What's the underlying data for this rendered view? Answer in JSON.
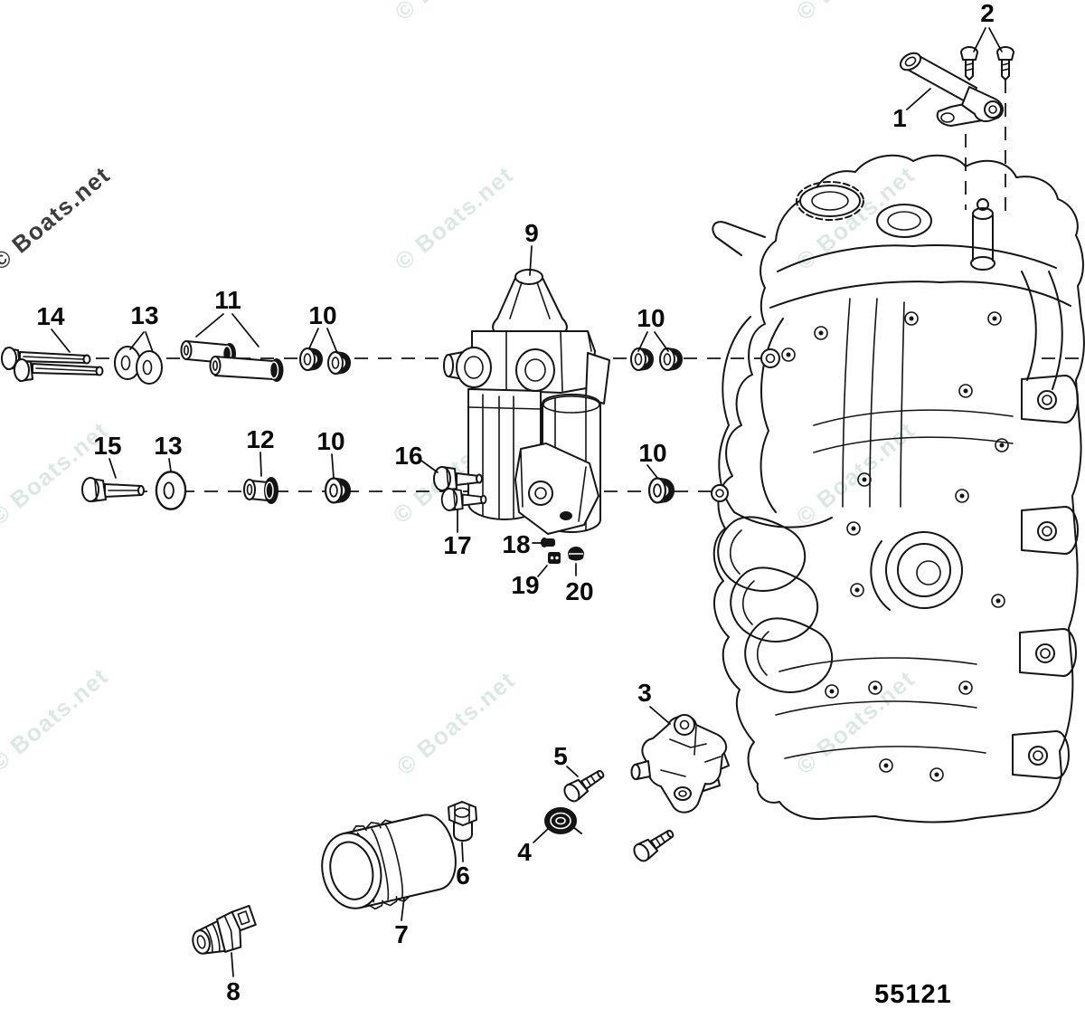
{
  "diagram": {
    "kind": "exploded-parts-diagram",
    "drawing_number": "55121",
    "background_color": "#ffffff",
    "ink_color": "#141414",
    "watermark": {
      "text": "© Boats.net",
      "light_color": "#dde8e4",
      "dark_color": "#3d3d3d"
    },
    "callouts": {
      "c1": {
        "text": "1"
      },
      "c2": {
        "text": "2"
      },
      "c3": {
        "text": "3"
      },
      "c4": {
        "text": "4"
      },
      "c5": {
        "text": "5"
      },
      "c6": {
        "text": "6"
      },
      "c7": {
        "text": "7"
      },
      "c8": {
        "text": "8"
      },
      "c9": {
        "text": "9"
      },
      "c10a": {
        "text": "10"
      },
      "c10b": {
        "text": "10"
      },
      "c10c": {
        "text": "10"
      },
      "c10d": {
        "text": "10"
      },
      "c11": {
        "text": "11"
      },
      "c12": {
        "text": "12"
      },
      "c13a": {
        "text": "13"
      },
      "c13b": {
        "text": "13"
      },
      "c14": {
        "text": "14"
      },
      "c15": {
        "text": "15"
      },
      "c16": {
        "text": "16"
      },
      "c17": {
        "text": "17"
      },
      "c18": {
        "text": "18"
      },
      "c19": {
        "text": "19"
      },
      "c20": {
        "text": "20"
      }
    }
  }
}
